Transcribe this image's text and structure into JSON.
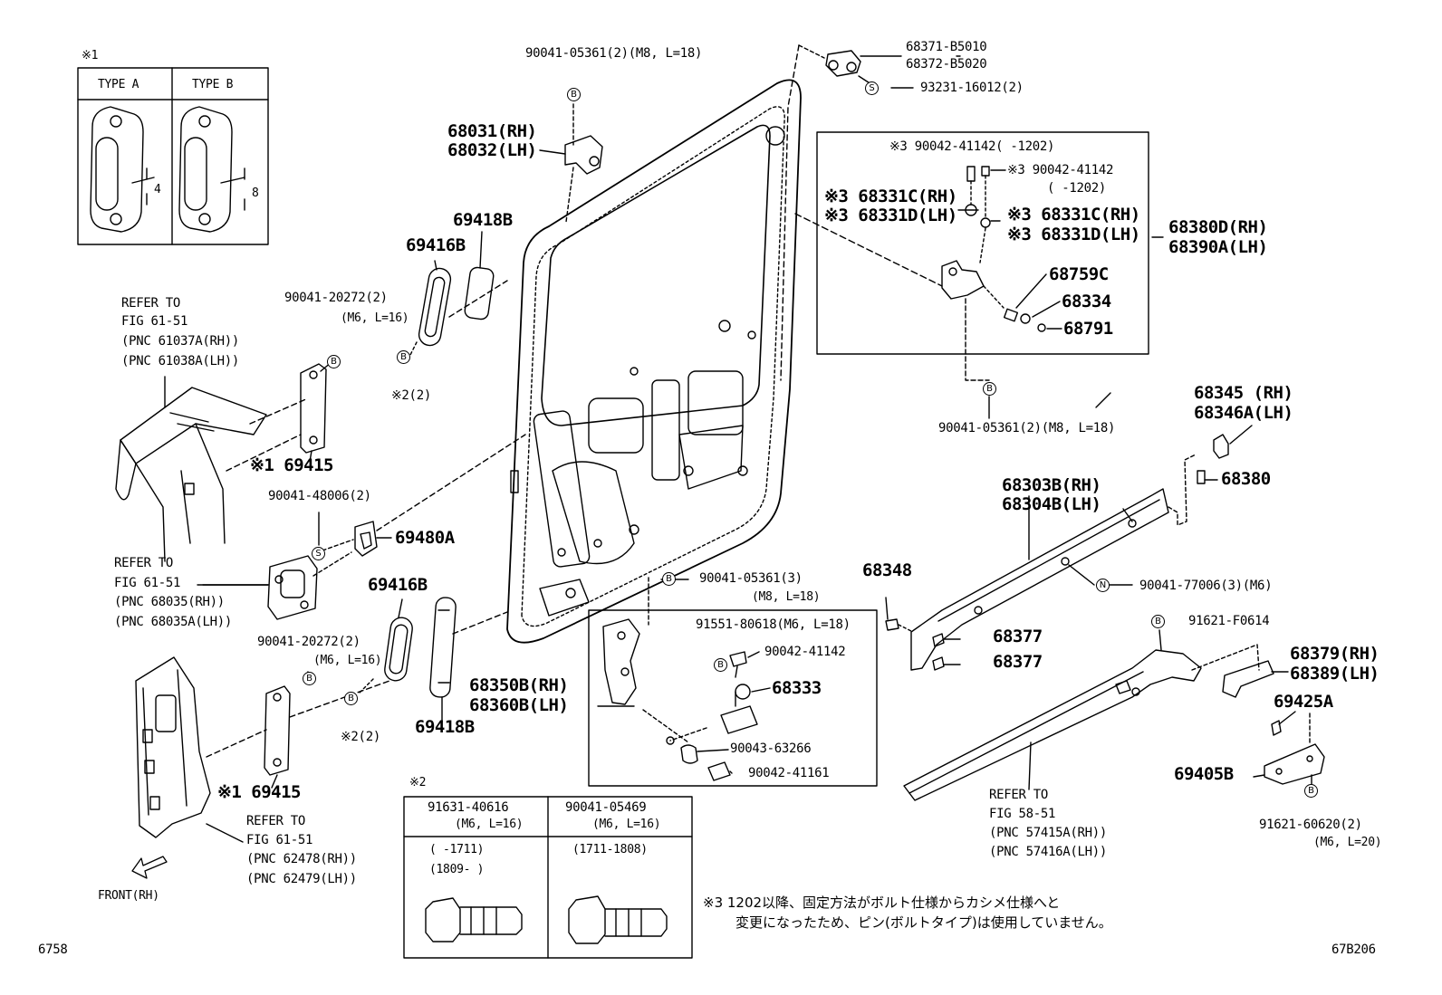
{
  "note1": {
    "marker": "※1",
    "type_a": "TYPE A",
    "type_b": "TYPE B",
    "dim_a": "4",
    "dim_b": "8"
  },
  "labels": {
    "bolt_top": "90041-05361(2)(M8, L=18)",
    "hinge_upper_rh": "68031(RH)",
    "hinge_upper_lh": "68032(LH)",
    "roller_upper_1": "68371-B5010",
    "roller_upper_2": "68372-B5020",
    "screw_upper": "93231-16012(2)",
    "box3_bolt_top": "※3 90042-41142(     -1202)",
    "box3_bolt_right": "※3 90042-41142",
    "box3_bolt_right_range": "(     -1202)",
    "box3_left_rh": "※3 68331C(RH)",
    "box3_left_lh": "※3 68331D(LH)",
    "box3_right_rh": "※3 68331C(RH)",
    "box3_right_lh": "※3 68331D(LH)",
    "center_roller_rh": "68380D(RH)",
    "center_roller_lh": "68390A(LH)",
    "part_68759c": "68759C",
    "part_68334": "68334",
    "part_68791": "68791",
    "bolt_center": "90041-05361(2)(M8, L=18)",
    "p69418b_top": "69418B",
    "p69416b_top": "69416B",
    "bolt_20272_top": "90041-20272(2)",
    "bolt_20272_top_size": "(M6, L=16)",
    "note2_top": "※2(2)",
    "refer1_a": "REFER TO",
    "refer1_b": "FIG 61-51",
    "refer1_c": "(PNC 61037A(RH))",
    "refer1_d": "(PNC 61038A(LH))",
    "p69415_top": "※1 69415",
    "bolt_48006": "90041-48006(2)",
    "p69480a": "69480A",
    "refer2_a": "REFER TO",
    "refer2_b": "FIG 61-51",
    "refer2_c": "(PNC 68035(RH))",
    "refer2_d": "(PNC 68035A(LH))",
    "p69416b_bot": "69416B",
    "bolt_20272_bot": "90041-20272(2)",
    "bolt_20272_bot_size": "(M6, L=16)",
    "note2_bot": "※2(2)",
    "p69418b_bot": "69418B",
    "p69415_bot": "※1 69415",
    "refer3_a": "REFER TO",
    "refer3_b": "FIG 61-51",
    "refer3_c": "(PNC 62478(RH))",
    "refer3_d": "(PNC 62479(LH))",
    "front": "FRONT(RH)",
    "bolt_05361_3": "90041-05361(3)",
    "bolt_05361_3_size": "(M8, L=18)",
    "lower_hinge_rh": "68350B(RH)",
    "lower_hinge_lh": "68360B(LH)",
    "bolt_91551": "91551-80618(M6, L=18)",
    "bolt_41142": "90042-41142",
    "p68333": "68333",
    "p63266": "90043-63266",
    "p41161": "90042-41161",
    "p68345": "68345 (RH)",
    "p68346a": "68346A(LH)",
    "p68380": "68380",
    "rail_rh": "68303B(RH)",
    "rail_lh": "68304B(LH)",
    "p68348": "68348",
    "bolt_77006": "90041-77006(3)(M6)",
    "p68377_a": "68377",
    "p68377_b": "68377",
    "bolt_f0614": "91621-F0614",
    "p68379": "68379(RH)",
    "p68389": "68389(LH)",
    "p69425a": "69425A",
    "p69405b": "69405B",
    "bolt_60620": "91621-60620(2)",
    "bolt_60620_size": "(M6, L=20)",
    "refer4_a": "REFER TO",
    "refer4_b": "FIG 58-51",
    "refer4_c": "(PNC 57415A(RH))",
    "refer4_d": "(PNC 57416A(LH))"
  },
  "note2_table": {
    "marker": "※2",
    "col1_head": "91631-40616",
    "col1_size": "(M6, L=16)",
    "col1_range1": "(     -1711)",
    "col1_range2": "(1809-     )",
    "col2_head": "90041-05469",
    "col2_size": "(M6, L=16)",
    "col2_range": "(1711-1808)"
  },
  "footnote": {
    "line1": "※3 1202以降、固定方法がボルト仕様からカシメ仕様へと",
    "line2": "変更になったため、ピン(ボルトタイプ)は使用していません。"
  },
  "corner": {
    "left": "6758",
    "right": "67B206"
  },
  "pins": {
    "b": "B",
    "s": "S",
    "n": "N"
  }
}
